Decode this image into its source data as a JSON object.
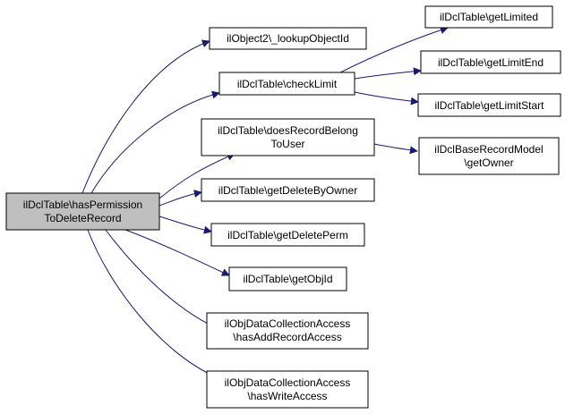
{
  "colors": {
    "edge": "#191970",
    "node_border": "#000000",
    "node_fill": "#ffffff",
    "root_fill": "#bfbfbf"
  },
  "nodes": {
    "root": [
      "ilDclTable\\hasPermission",
      "ToDeleteRecord"
    ],
    "lookup_object_id": [
      "ilObject2\\_lookupObjectId"
    ],
    "check_limit": [
      "ilDclTable\\checkLimit"
    ],
    "get_limited": [
      "ilDclTable\\getLimited"
    ],
    "get_limit_end": [
      "ilDclTable\\getLimitEnd"
    ],
    "get_limit_start": [
      "ilDclTable\\getLimitStart"
    ],
    "does_record_belong": [
      "ilDclTable\\doesRecordBelong",
      "ToUser"
    ],
    "get_owner": [
      "ilDclBaseRecordModel",
      "\\getOwner"
    ],
    "get_delete_by_owner": [
      "ilDclTable\\getDeleteByOwner"
    ],
    "get_delete_perm": [
      "ilDclTable\\getDeletePerm"
    ],
    "get_obj_id": [
      "ilDclTable\\getObjId"
    ],
    "has_add_record_access": [
      "ilObjDataCollectionAccess",
      "\\hasAddRecordAccess"
    ],
    "has_write_access": [
      "ilObjDataCollectionAccess",
      "\\hasWriteAccess"
    ]
  },
  "edges": [
    [
      "root",
      "lookup_object_id"
    ],
    [
      "root",
      "check_limit"
    ],
    [
      "root",
      "does_record_belong"
    ],
    [
      "root",
      "get_delete_by_owner"
    ],
    [
      "root",
      "get_delete_perm"
    ],
    [
      "root",
      "get_obj_id"
    ],
    [
      "root",
      "has_add_record_access"
    ],
    [
      "root",
      "has_write_access"
    ],
    [
      "check_limit",
      "get_limited"
    ],
    [
      "check_limit",
      "get_limit_end"
    ],
    [
      "check_limit",
      "get_limit_start"
    ],
    [
      "does_record_belong",
      "get_owner"
    ]
  ]
}
